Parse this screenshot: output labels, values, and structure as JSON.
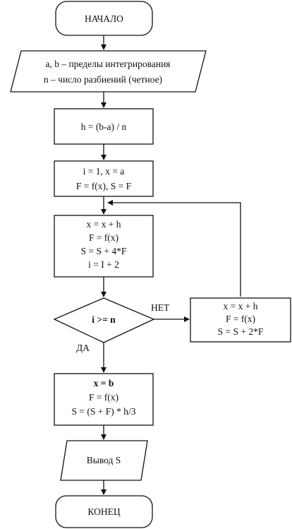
{
  "flowchart": {
    "start": "НАЧАЛО",
    "input": [
      "a, b – пределы интегрирования",
      "n – число разбиений (четное)"
    ],
    "step_h": "h = (b-a) / n",
    "init": [
      "i = 1, x = a",
      "F = f(x), S = F"
    ],
    "loop_body": [
      "x = x + h",
      "F = f(x)",
      "S = S + 4*F",
      "i = I + 2"
    ],
    "condition": "i >= n",
    "no_label": "НЕТ",
    "yes_label": "ДА",
    "no_branch": [
      "x = x + h",
      "F = f(x)",
      "S = S + 2*F"
    ],
    "final": [
      "x = b",
      "F = f(x)",
      "S = (S + F) * h/3"
    ],
    "output": "Вывод S",
    "end": "КОНЕЦ"
  }
}
